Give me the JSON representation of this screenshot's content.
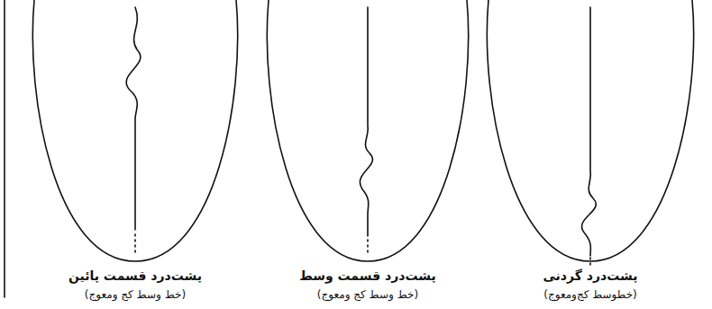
{
  "diagram": {
    "labels": [
      "پشت‌درد قسمت پائین",
      "(خط وسط کج ومعوج)",
      "پشت‌درد قسمت وسط",
      "(خط وسط کج ومعوج)",
      "پشت‌درد گردنی",
      "(خطوسط کج‌ومعوج)"
    ]
  }
}
